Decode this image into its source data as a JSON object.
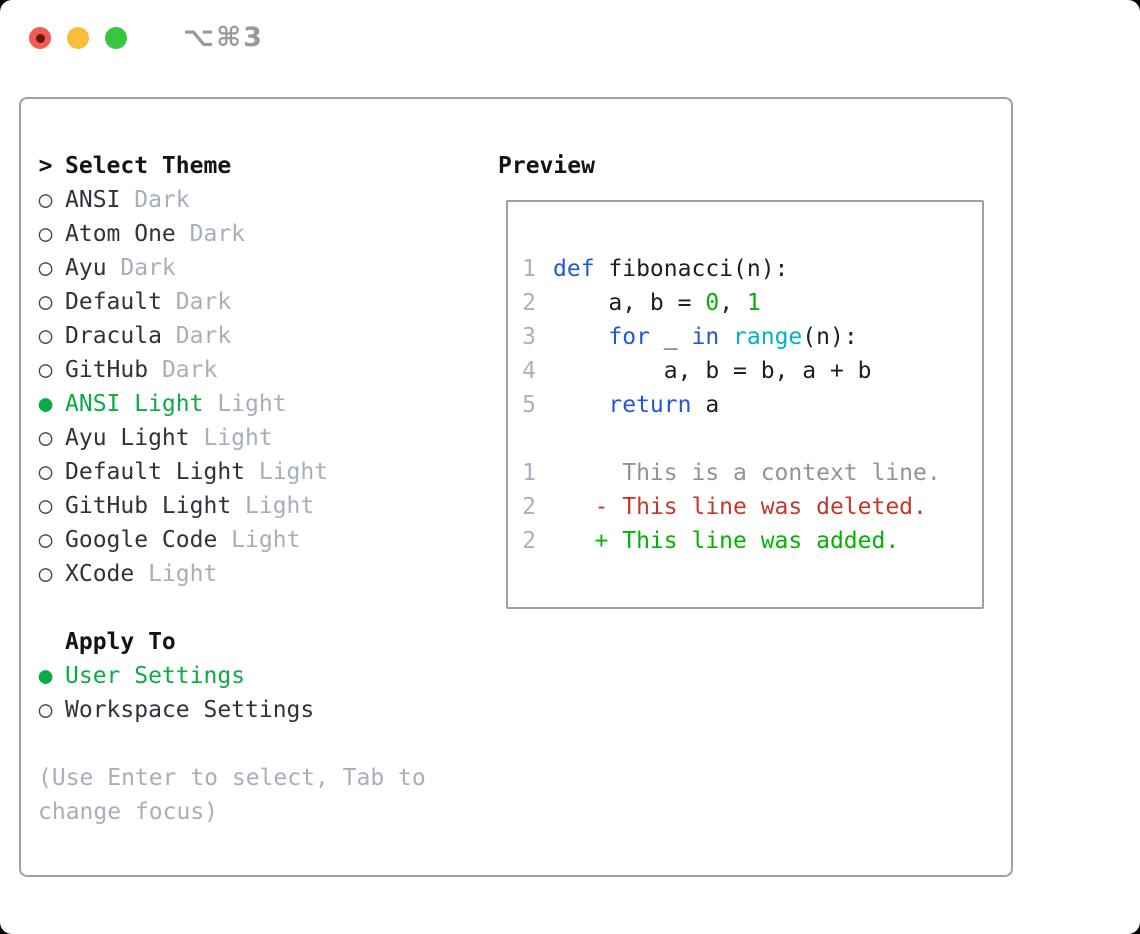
{
  "window": {
    "shortcut": "⌥⌘3"
  },
  "titlebar": {
    "close_color": "#f15b51",
    "close_dot_color": "#701512",
    "minimize_color": "#f8bd39",
    "zoom_color": "#38c543"
  },
  "colors": {
    "border": "#99a1ab",
    "heading": "#111519",
    "name": "#2e343b",
    "muted": "#a6afba",
    "ui_green": "#0cab44",
    "keyword": "#2456d8",
    "plain": "#1c2025",
    "number_literal": "#09ad09",
    "builtin": "#00b2cc",
    "line_number": "#a8b1bc",
    "context": "#8d949c",
    "deleted": "#c5372b",
    "added": "#00b400"
  },
  "theme_picker": {
    "title_marker": ">",
    "title": "Select Theme",
    "radio_on": "●",
    "radio_off": "○",
    "items": [
      {
        "name": "ANSI",
        "variant": "Dark",
        "selected": false
      },
      {
        "name": "Atom One",
        "variant": "Dark",
        "selected": false
      },
      {
        "name": "Ayu",
        "variant": "Dark",
        "selected": false
      },
      {
        "name": "Default",
        "variant": "Dark",
        "selected": false
      },
      {
        "name": "Dracula",
        "variant": "Dark",
        "selected": false
      },
      {
        "name": "GitHub",
        "variant": "Dark",
        "selected": false
      },
      {
        "name": "ANSI Light",
        "variant": "Light",
        "selected": true
      },
      {
        "name": "Ayu Light",
        "variant": "Light",
        "selected": false
      },
      {
        "name": "Default Light",
        "variant": "Light",
        "selected": false
      },
      {
        "name": "GitHub Light",
        "variant": "Light",
        "selected": false
      },
      {
        "name": "Google Code",
        "variant": "Light",
        "selected": false
      },
      {
        "name": "XCode",
        "variant": "Light",
        "selected": false
      }
    ]
  },
  "apply_to": {
    "title": "Apply To",
    "items": [
      {
        "label": "User Settings",
        "selected": true
      },
      {
        "label": "Workspace Settings",
        "selected": false
      }
    ]
  },
  "hint": "(Use Enter to select, Tab to change focus)",
  "preview": {
    "title": "Preview",
    "lines": [
      {
        "num": "1",
        "segments": [
          [
            "kw",
            "def"
          ],
          [
            "pl",
            " fibonacci(n):"
          ]
        ]
      },
      {
        "num": "2",
        "segments": [
          [
            "pl",
            "    a, b = "
          ],
          [
            "num",
            "0"
          ],
          [
            "pl",
            ", "
          ],
          [
            "num",
            "1"
          ]
        ]
      },
      {
        "num": "3",
        "segments": [
          [
            "pl",
            "    "
          ],
          [
            "kw",
            "for"
          ],
          [
            "pl",
            " _ "
          ],
          [
            "kw",
            "in"
          ],
          [
            "pl",
            " "
          ],
          [
            "bi",
            "range"
          ],
          [
            "pl",
            "(n):"
          ]
        ]
      },
      {
        "num": "4",
        "segments": [
          [
            "pl",
            "        a, b = b, a + b"
          ]
        ]
      },
      {
        "num": "5",
        "segments": [
          [
            "pl",
            "    "
          ],
          [
            "kw",
            "return"
          ],
          [
            "pl",
            " a"
          ]
        ]
      },
      {
        "num": "",
        "segments": []
      },
      {
        "num": "1",
        "segments": [
          [
            "ctx",
            "     This is a context line."
          ]
        ]
      },
      {
        "num": "2",
        "segments": [
          [
            "del",
            "   - This line was deleted."
          ]
        ]
      },
      {
        "num": "2",
        "segments": [
          [
            "add",
            "   + This line was added."
          ]
        ]
      }
    ]
  }
}
